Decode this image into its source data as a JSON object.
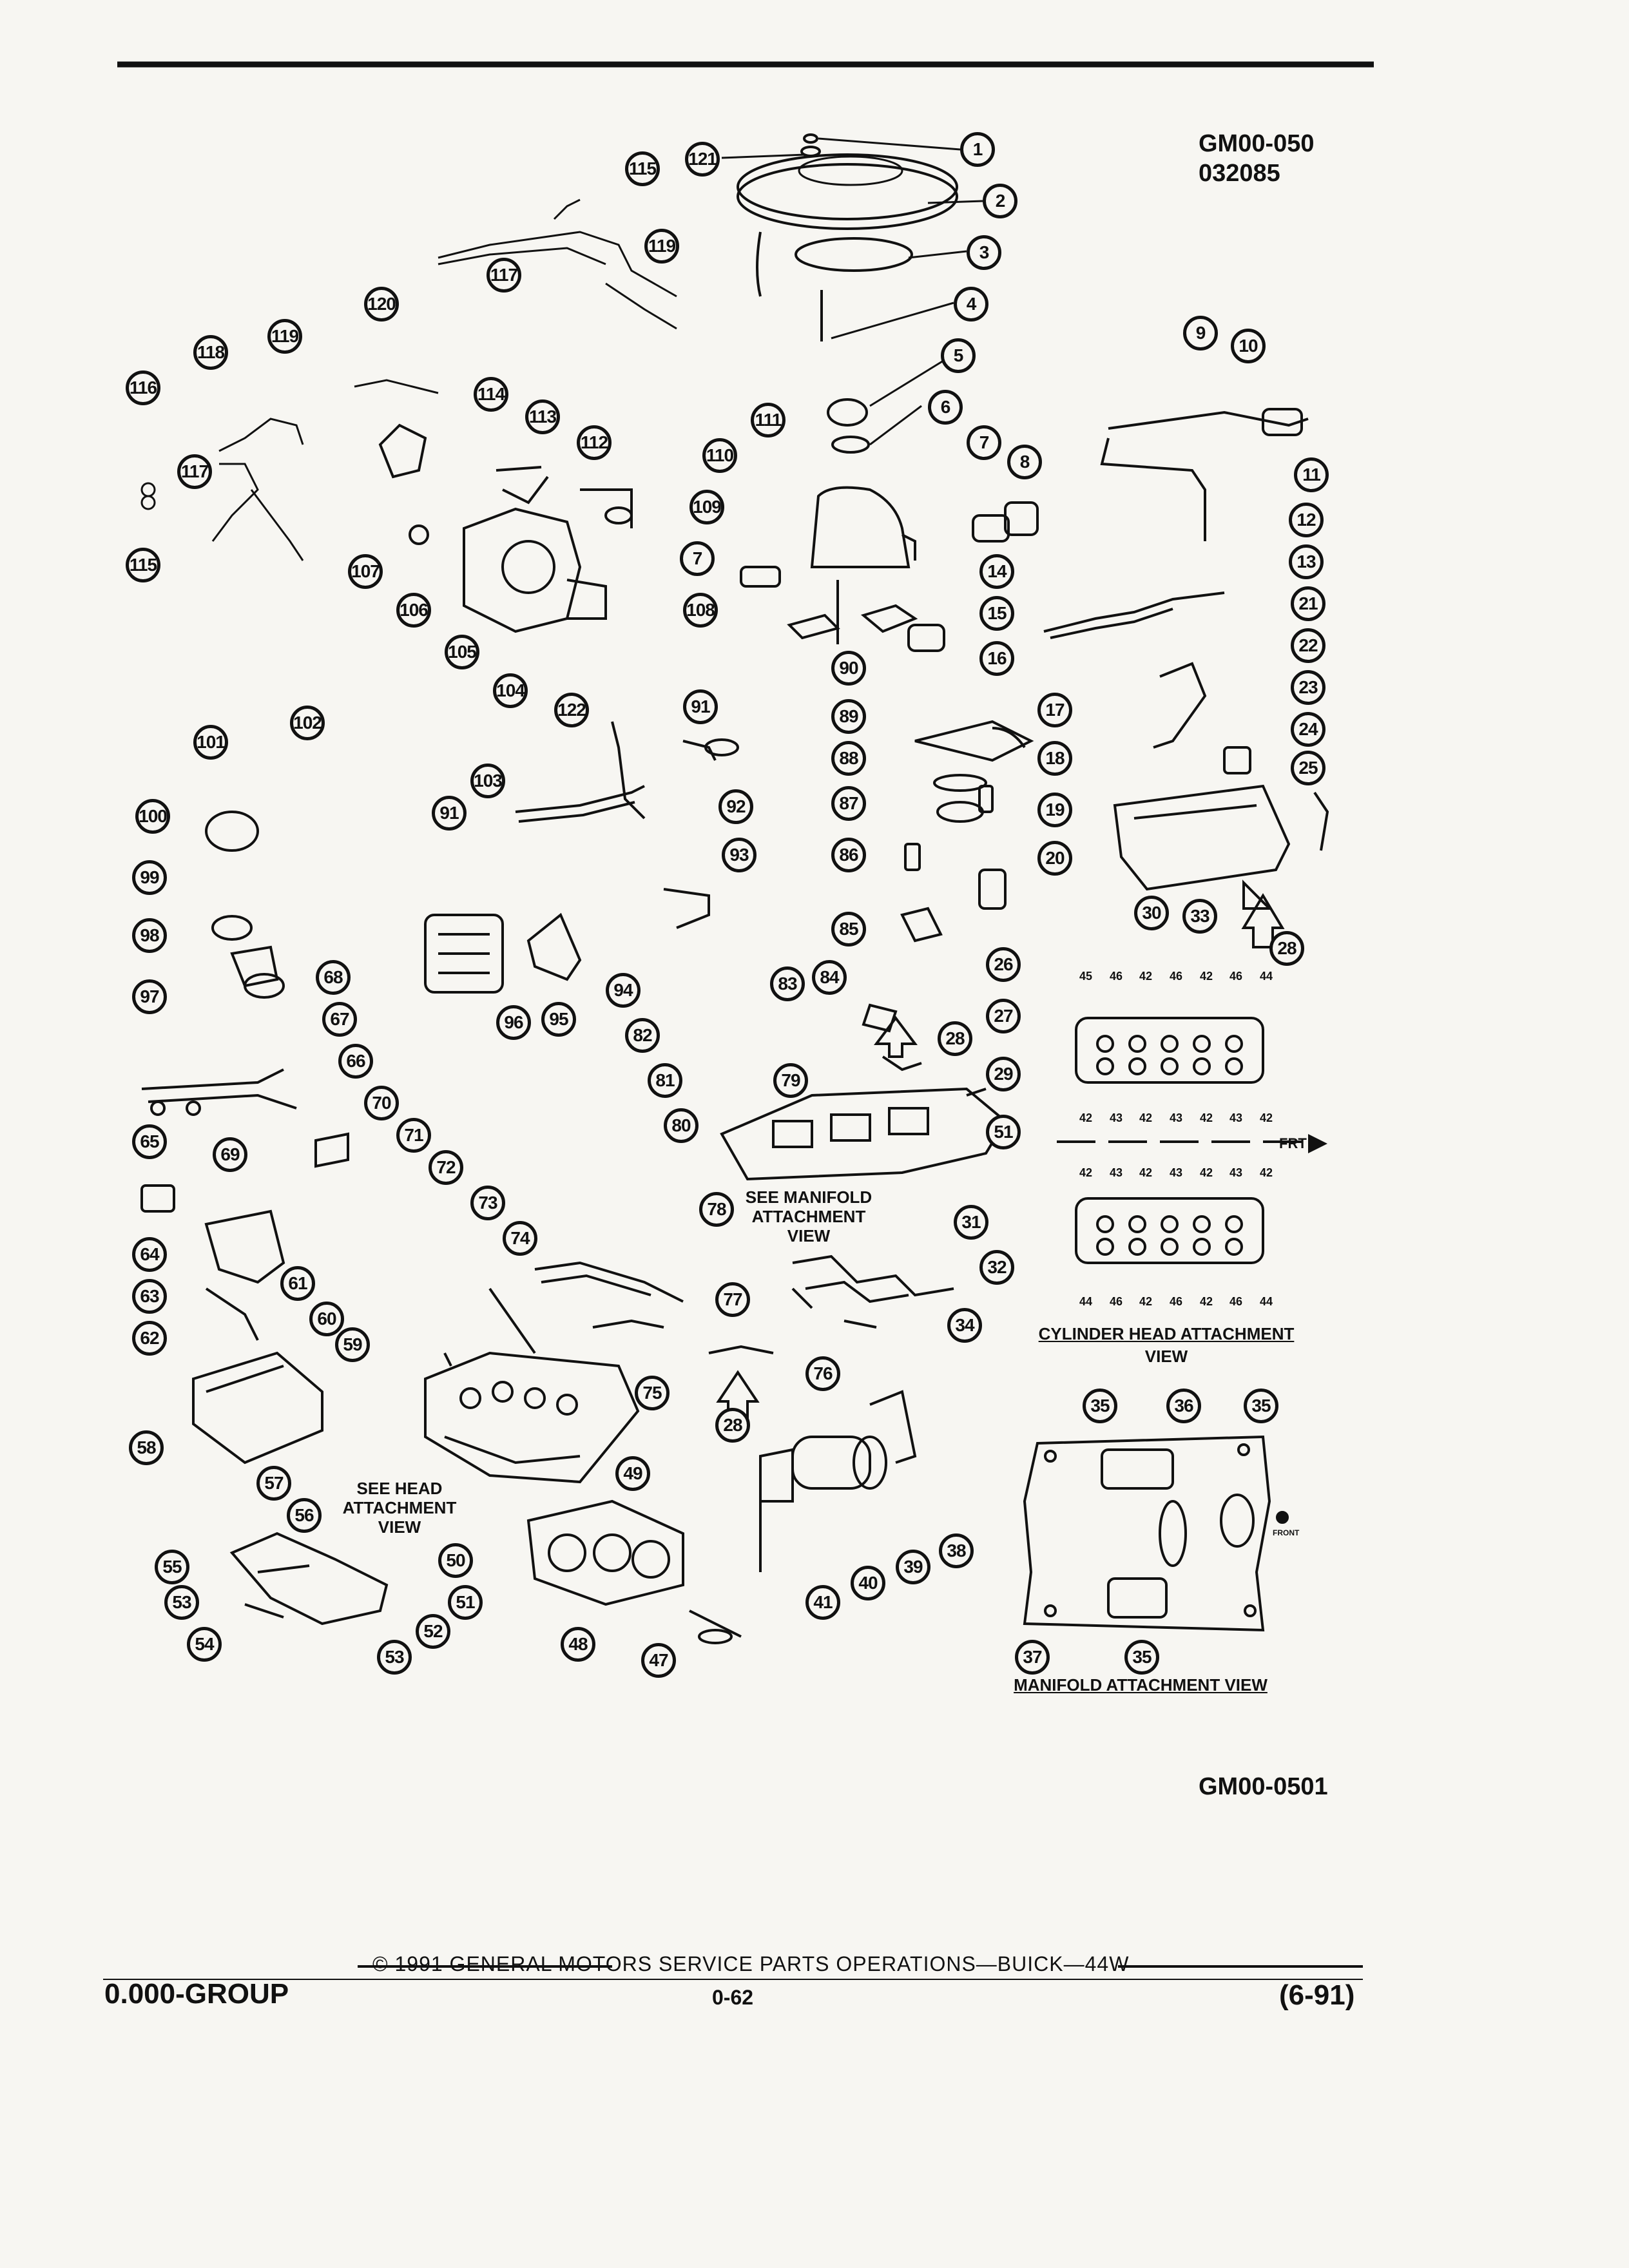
{
  "header": {
    "code_line1": "GM00-050",
    "code_line2": "032085"
  },
  "figure_code": "GM00-0501",
  "notes": {
    "see_manifold": [
      "SEE MANIFOLD",
      "ATTACHMENT",
      "VIEW"
    ],
    "see_head": [
      "SEE HEAD",
      "ATTACHMENT",
      "VIEW"
    ]
  },
  "captions": {
    "cylinder_head": [
      "CYLINDER HEAD ATTACHMENT",
      "VIEW"
    ],
    "manifold": "MANIFOLD ATTACHMENT VIEW",
    "front_arrow": "FRT",
    "front_small": "FRONT"
  },
  "cylinder_head_view": {
    "top_row_upper": [
      "45",
      "46",
      "42",
      "46",
      "42",
      "46",
      "44"
    ],
    "top_row_lower": [
      "42",
      "43",
      "42",
      "43",
      "42",
      "43",
      "42"
    ],
    "bottom_row_upper": [
      "42",
      "43",
      "42",
      "43",
      "42",
      "43",
      "42"
    ],
    "bottom_row_lower": [
      "44",
      "46",
      "42",
      "46",
      "42",
      "46",
      "44"
    ]
  },
  "callouts": [
    {
      "n": "1"
    },
    {
      "n": "2"
    },
    {
      "n": "3"
    },
    {
      "n": "4"
    },
    {
      "n": "5"
    },
    {
      "n": "6"
    },
    {
      "n": "7"
    },
    {
      "n": "8"
    },
    {
      "n": "9"
    },
    {
      "n": "10"
    },
    {
      "n": "11"
    },
    {
      "n": "12"
    },
    {
      "n": "13"
    },
    {
      "n": "21"
    },
    {
      "n": "22"
    },
    {
      "n": "23"
    },
    {
      "n": "24"
    },
    {
      "n": "25"
    },
    {
      "n": "14"
    },
    {
      "n": "15"
    },
    {
      "n": "16"
    },
    {
      "n": "7"
    },
    {
      "n": "108"
    },
    {
      "n": "90"
    },
    {
      "n": "109"
    },
    {
      "n": "110"
    },
    {
      "n": "111"
    },
    {
      "n": "115"
    },
    {
      "n": "121"
    },
    {
      "n": "119"
    },
    {
      "n": "117"
    },
    {
      "n": "120"
    },
    {
      "n": "118"
    },
    {
      "n": "119"
    },
    {
      "n": "116"
    },
    {
      "n": "117"
    },
    {
      "n": "115"
    },
    {
      "n": "114"
    },
    {
      "n": "113"
    },
    {
      "n": "112"
    },
    {
      "n": "107"
    },
    {
      "n": "106"
    },
    {
      "n": "105"
    },
    {
      "n": "104"
    },
    {
      "n": "122"
    },
    {
      "n": "89"
    },
    {
      "n": "17"
    },
    {
      "n": "88"
    },
    {
      "n": "18"
    },
    {
      "n": "87"
    },
    {
      "n": "19"
    },
    {
      "n": "86"
    },
    {
      "n": "20"
    },
    {
      "n": "30"
    },
    {
      "n": "33"
    },
    {
      "n": "28"
    },
    {
      "n": "85"
    },
    {
      "n": "26"
    },
    {
      "n": "27"
    },
    {
      "n": "28"
    },
    {
      "n": "29"
    },
    {
      "n": "84"
    },
    {
      "n": "83"
    },
    {
      "n": "79"
    },
    {
      "n": "82"
    },
    {
      "n": "81"
    },
    {
      "n": "80"
    },
    {
      "n": "51"
    },
    {
      "n": "78"
    },
    {
      "n": "31"
    },
    {
      "n": "32"
    },
    {
      "n": "34"
    },
    {
      "n": "77"
    },
    {
      "n": "76"
    },
    {
      "n": "28"
    },
    {
      "n": "75"
    },
    {
      "n": "91"
    },
    {
      "n": "92"
    },
    {
      "n": "103"
    },
    {
      "n": "91"
    },
    {
      "n": "93"
    },
    {
      "n": "94"
    },
    {
      "n": "95"
    },
    {
      "n": "96"
    },
    {
      "n": "102"
    },
    {
      "n": "101"
    },
    {
      "n": "100"
    },
    {
      "n": "99"
    },
    {
      "n": "98"
    },
    {
      "n": "97"
    },
    {
      "n": "68"
    },
    {
      "n": "67"
    },
    {
      "n": "66"
    },
    {
      "n": "65"
    },
    {
      "n": "69"
    },
    {
      "n": "70"
    },
    {
      "n": "71"
    },
    {
      "n": "72"
    },
    {
      "n": "73"
    },
    {
      "n": "74"
    },
    {
      "n": "64"
    },
    {
      "n": "63"
    },
    {
      "n": "62"
    },
    {
      "n": "61"
    },
    {
      "n": "60"
    },
    {
      "n": "59"
    },
    {
      "n": "58"
    },
    {
      "n": "57"
    },
    {
      "n": "56"
    },
    {
      "n": "55"
    },
    {
      "n": "53"
    },
    {
      "n": "54"
    },
    {
      "n": "50"
    },
    {
      "n": "51"
    },
    {
      "n": "52"
    },
    {
      "n": "53"
    },
    {
      "n": "49"
    },
    {
      "n": "48"
    },
    {
      "n": "47"
    },
    {
      "n": "41"
    },
    {
      "n": "40"
    },
    {
      "n": "39"
    },
    {
      "n": "38"
    },
    {
      "n": "35"
    },
    {
      "n": "36"
    },
    {
      "n": "35"
    },
    {
      "n": "37"
    },
    {
      "n": "35"
    }
  ],
  "footer": {
    "group": "0.000-GROUP",
    "copyright": "© 1991 GENERAL MOTORS SERVICE PARTS OPERATIONS—BUICK—44W",
    "page": "0-62",
    "date": "(6-91)"
  }
}
